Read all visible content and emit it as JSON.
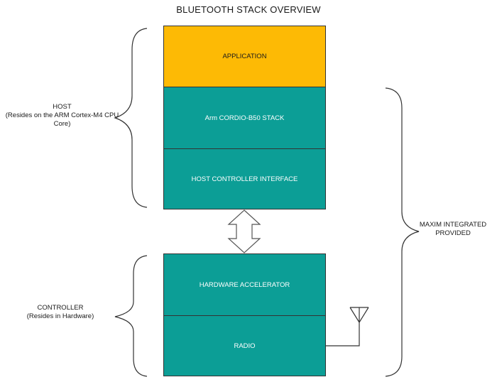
{
  "title": "BLUETOOTH STACK OVERVIEW",
  "blocks": {
    "application": "APPLICATION",
    "stack": "Arm CORDIO-B50 STACK",
    "hci": "HOST CONTROLLER INTERFACE",
    "hw_accelerator": "HARDWARE ACCELERATOR",
    "radio": "RADIO"
  },
  "host": {
    "line1": "HOST",
    "line2": "(Resides on the ARM Cortex-M4 CPU",
    "line3": "Core)"
  },
  "controller": {
    "line1": "CONTROLLER",
    "line2": "(Resides in Hardware)"
  },
  "maxim": {
    "line1": "MAXIM INTEGRATED",
    "line2": "PROVIDED"
  },
  "colors": {
    "application": "#FDBA05",
    "teal": "#0C9E96"
  }
}
